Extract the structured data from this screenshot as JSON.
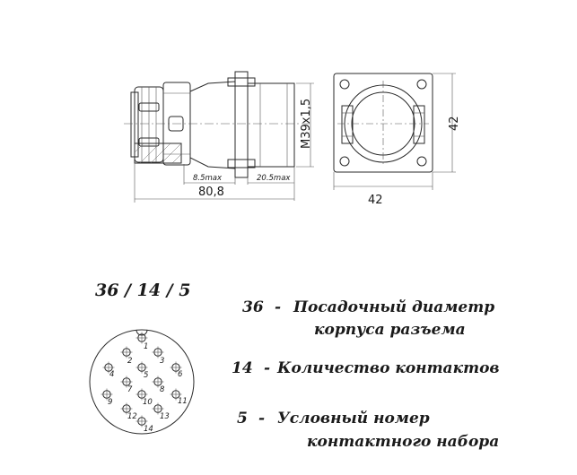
{
  "side_view": {
    "dim_length": "80,8",
    "dim_8_5": "8.5max",
    "dim_20_5": "20.5max",
    "thread_label": "M39x1,5"
  },
  "front_view": {
    "width_label": "42",
    "height_label": "42"
  },
  "code_label": "36 / 14 / 5",
  "pins": [
    "1",
    "2",
    "3",
    "4",
    "5",
    "6",
    "7",
    "8",
    "9",
    "10",
    "11",
    "12",
    "13",
    "14"
  ],
  "legend": [
    {
      "number": "36",
      "separator": "-",
      "line1": "Посадочный диаметр",
      "line2": "корпуса разъема"
    },
    {
      "number": "14",
      "separator": "-",
      "line1": "Количество контактов",
      "line2": ""
    },
    {
      "number": "5",
      "separator": "-",
      "line1": "Условный номер",
      "line2": "контактного набора"
    }
  ]
}
